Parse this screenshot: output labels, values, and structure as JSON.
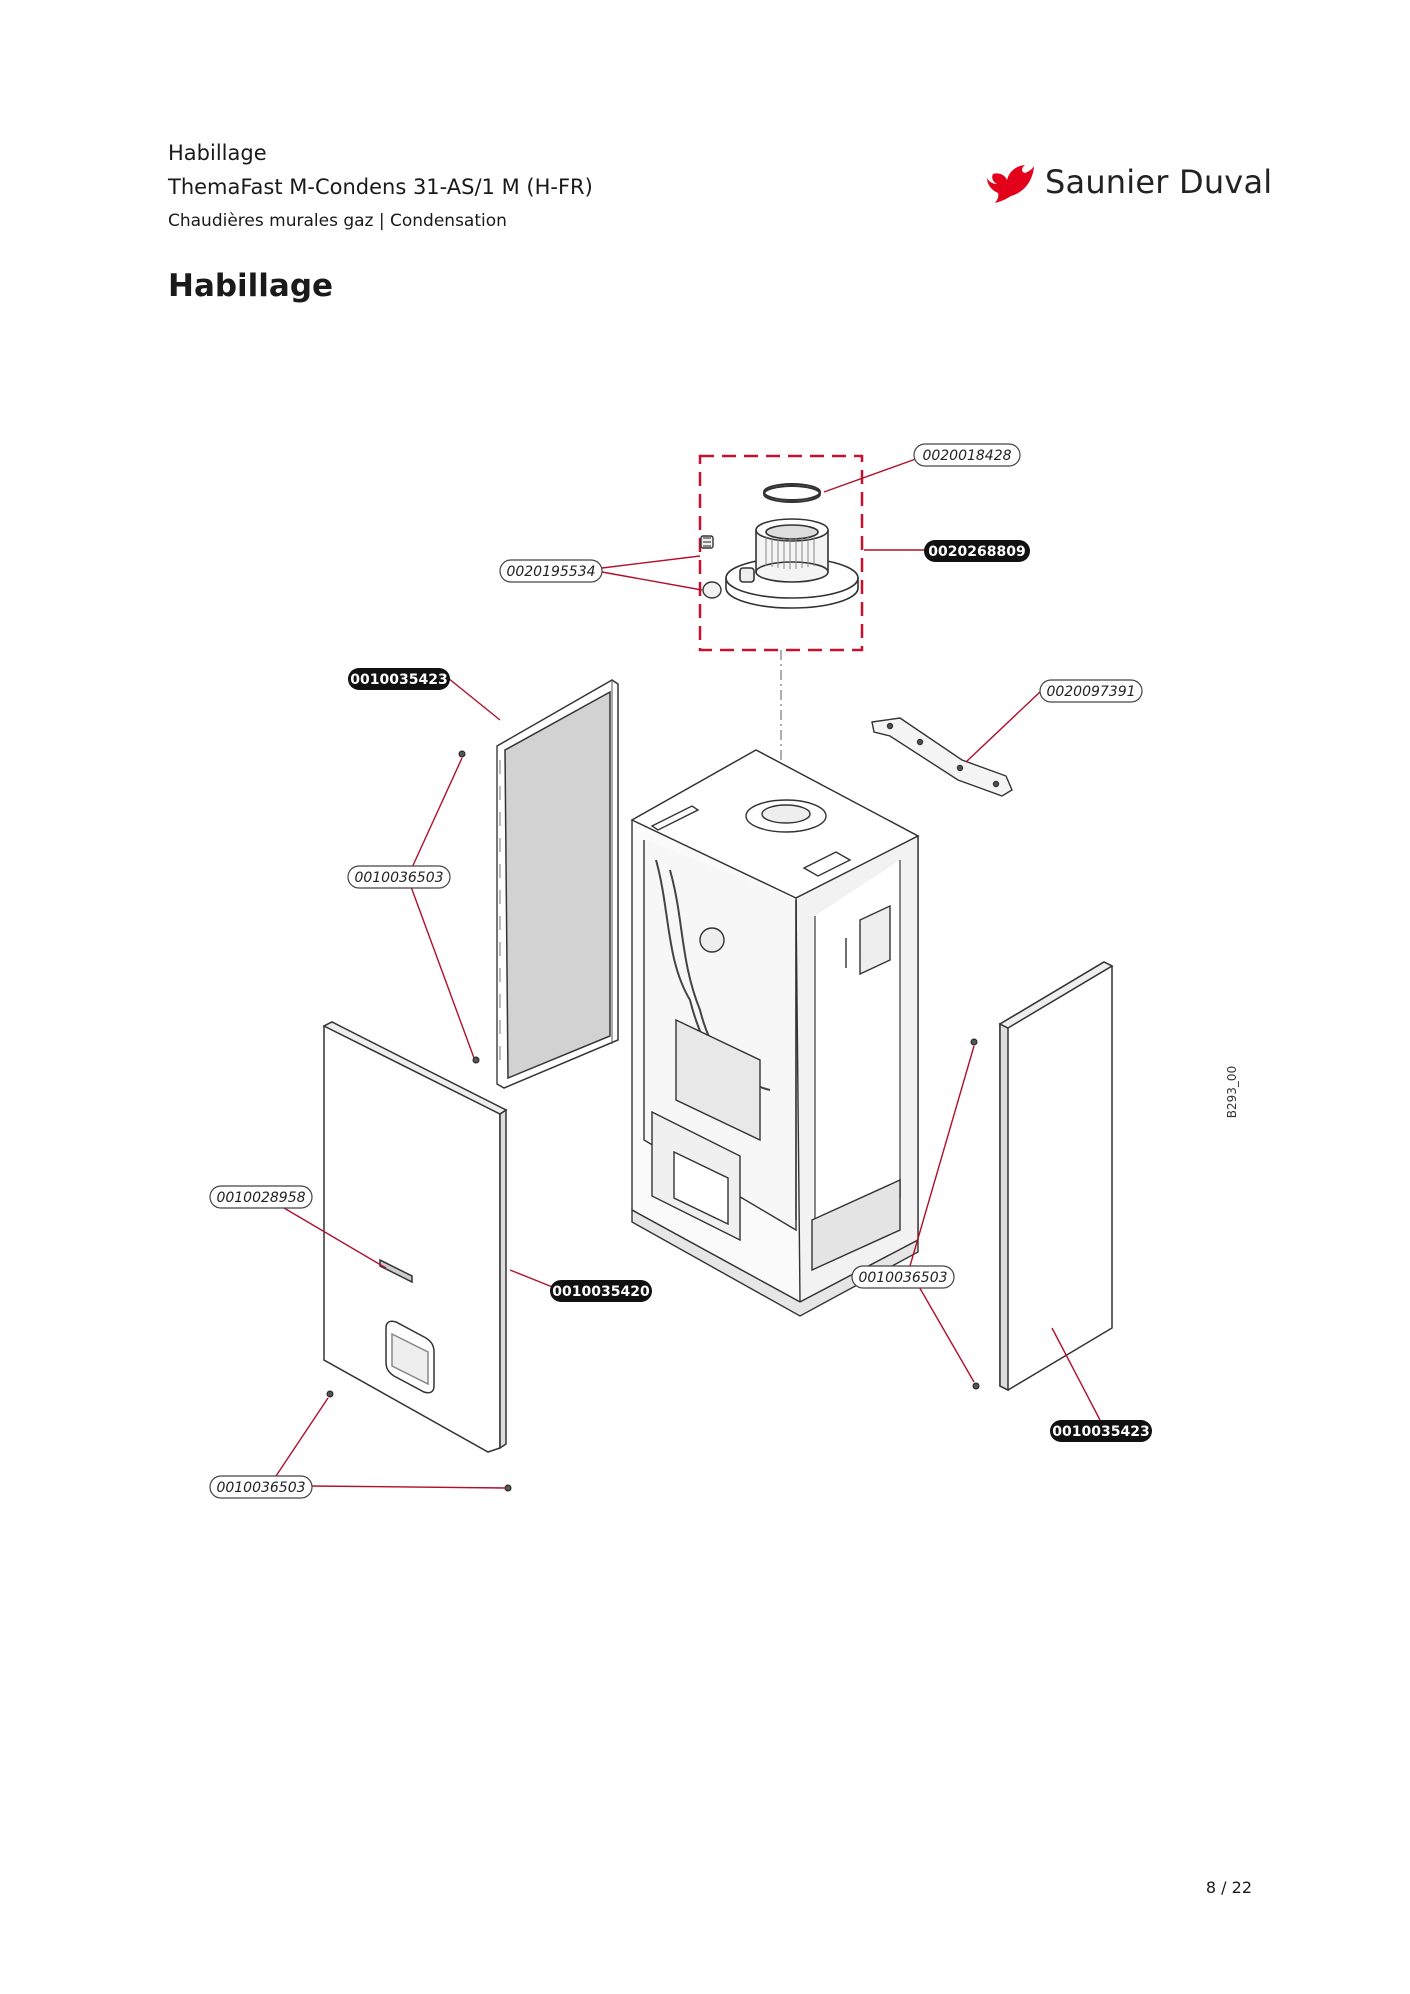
{
  "header": {
    "section": "Habillage",
    "model": "ThemaFast M-Condens  31-AS/1 M (H-FR)",
    "category": "Chaudières murales gaz | Condensation"
  },
  "brand": {
    "name": "Saunier Duval",
    "color": "#e2001a",
    "logo_icon": "bird-logo-icon"
  },
  "page_title": "Habillage",
  "diagram": {
    "reference": "B293_00",
    "labels": {
      "top_ring": "0020018428",
      "flue_adapter": "0020268809",
      "caps": "0020195534",
      "side_panel_left": "0010035423",
      "bracket": "0020097391",
      "screw_left_panel": "0010036503",
      "badge": "0010028958",
      "front_panel": "0010035420",
      "screw_right_panel": "0010036503",
      "side_panel_right": "0010035423",
      "screw_front_panel": "0010036503"
    }
  },
  "footer": {
    "page": "8 / 22"
  }
}
